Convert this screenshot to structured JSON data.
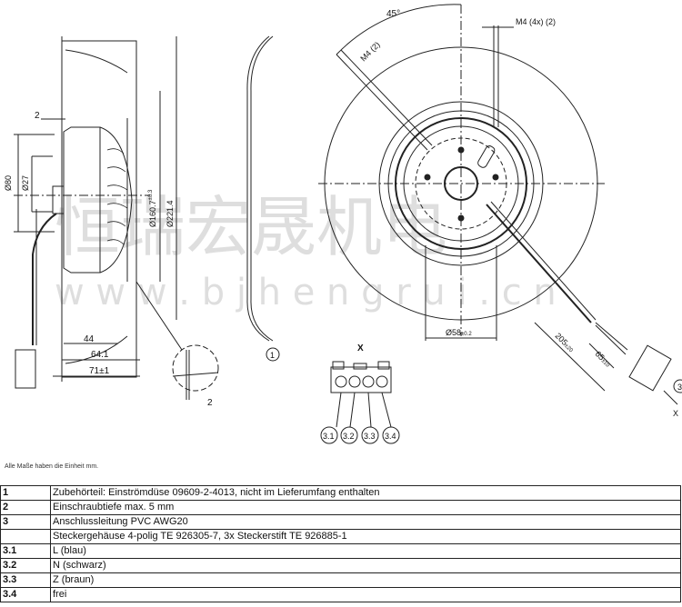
{
  "drawing": {
    "side_view": {
      "dim_2_top": "2",
      "dim_d80": "Ø80",
      "dim_d27": "Ø27",
      "dim_d160": "Ø160.7",
      "dim_d160_tol": "±0.3",
      "dim_d221": "Ø221.4",
      "dim_44": "44",
      "dim_64": "64.1",
      "dim_71": "71±1",
      "dim_2_detail": "2"
    },
    "nozzle_label": "1",
    "front_view": {
      "angle": "45°",
      "m4_label": "M4",
      "m4_ref": "2",
      "m4x4_label": "M4 (4x)",
      "m4x4_ref": "2",
      "d58": "Ø58",
      "d58_tol": "±0.2",
      "len205": "205",
      "len205_tol": "±20",
      "len65": "65",
      "len65_tol": "±10",
      "cable_ref": "3",
      "view_arrow": "X"
    },
    "connector": {
      "title": "X",
      "pins": [
        "3.1",
        "3.2",
        "3.3",
        "3.4"
      ]
    },
    "watermark": {
      "cn": "恒瑞宏晟机电",
      "url": "w w w . b j h e n g r u i . c n"
    }
  },
  "note": "Alle Maße haben die Einheit mm.",
  "table": [
    {
      "num": "1",
      "text": "Zubehörteil: Einströmdüse 09609-2-4013, nicht im Lieferumfang enthalten"
    },
    {
      "num": "2",
      "text": "Einschraubtiefe max. 5 mm"
    },
    {
      "num": "3",
      "text": "Anschlussleitung PVC AWG20"
    },
    {
      "num": "",
      "text": "Steckergehäuse 4-polig TE 926305-7, 3x Steckerstift TE 926885-1"
    },
    {
      "num": "3.1",
      "text": "L (blau)"
    },
    {
      "num": "3.2",
      "text": "N (schwarz)"
    },
    {
      "num": "3.3",
      "text": "Z (braun)"
    },
    {
      "num": "3.4",
      "text": "frei"
    }
  ]
}
